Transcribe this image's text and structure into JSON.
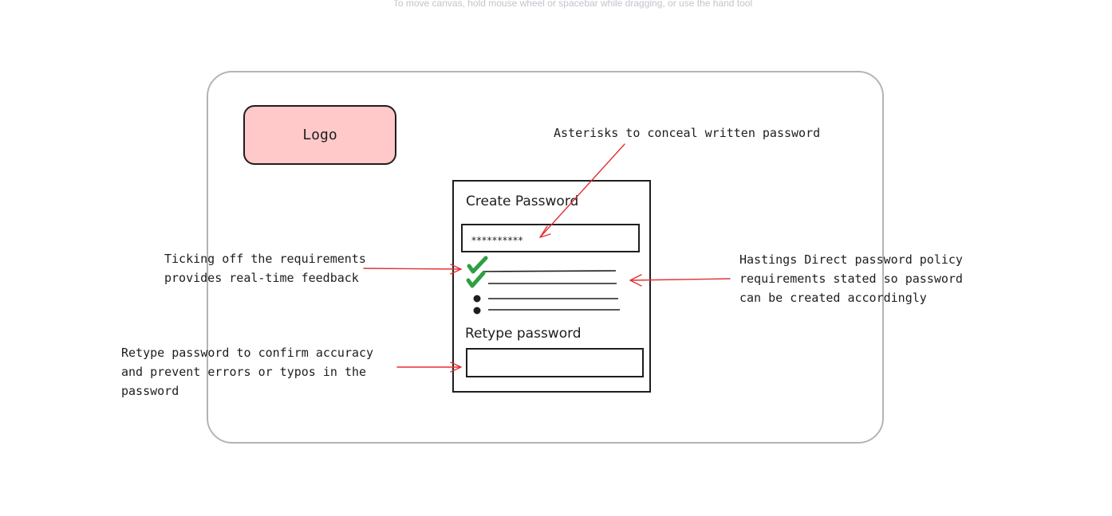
{
  "canvas_hint": "To move canvas, hold mouse wheel or spacebar while dragging, or use the hand tool",
  "logo_label": "Logo",
  "form": {
    "create_label": "Create Password",
    "password_value": "**********",
    "retype_label": "Retype password",
    "requirements": [
      {
        "status": "met",
        "icon": "check-icon"
      },
      {
        "status": "met",
        "icon": "check-icon"
      },
      {
        "status": "pending",
        "icon": "bullet-icon"
      },
      {
        "status": "pending",
        "icon": "bullet-icon"
      }
    ]
  },
  "annotations": {
    "asterisks": [
      "Asterisks to conceal written password"
    ],
    "ticking": [
      "Ticking off the requirements",
      "provides real-time feedback"
    ],
    "policy": [
      "Hastings Direct password policy",
      "requirements stated so password",
      "can be created accordingly"
    ],
    "retype": [
      "Retype password to confirm accuracy",
      "and prevent errors or typos in the",
      "password"
    ]
  },
  "colors": {
    "logo_fill": "#ffc9c9",
    "stroke": "#1e1e1e",
    "frame": "#b4b4b4",
    "arrow": "#e03131",
    "check": "#2f9e44"
  }
}
